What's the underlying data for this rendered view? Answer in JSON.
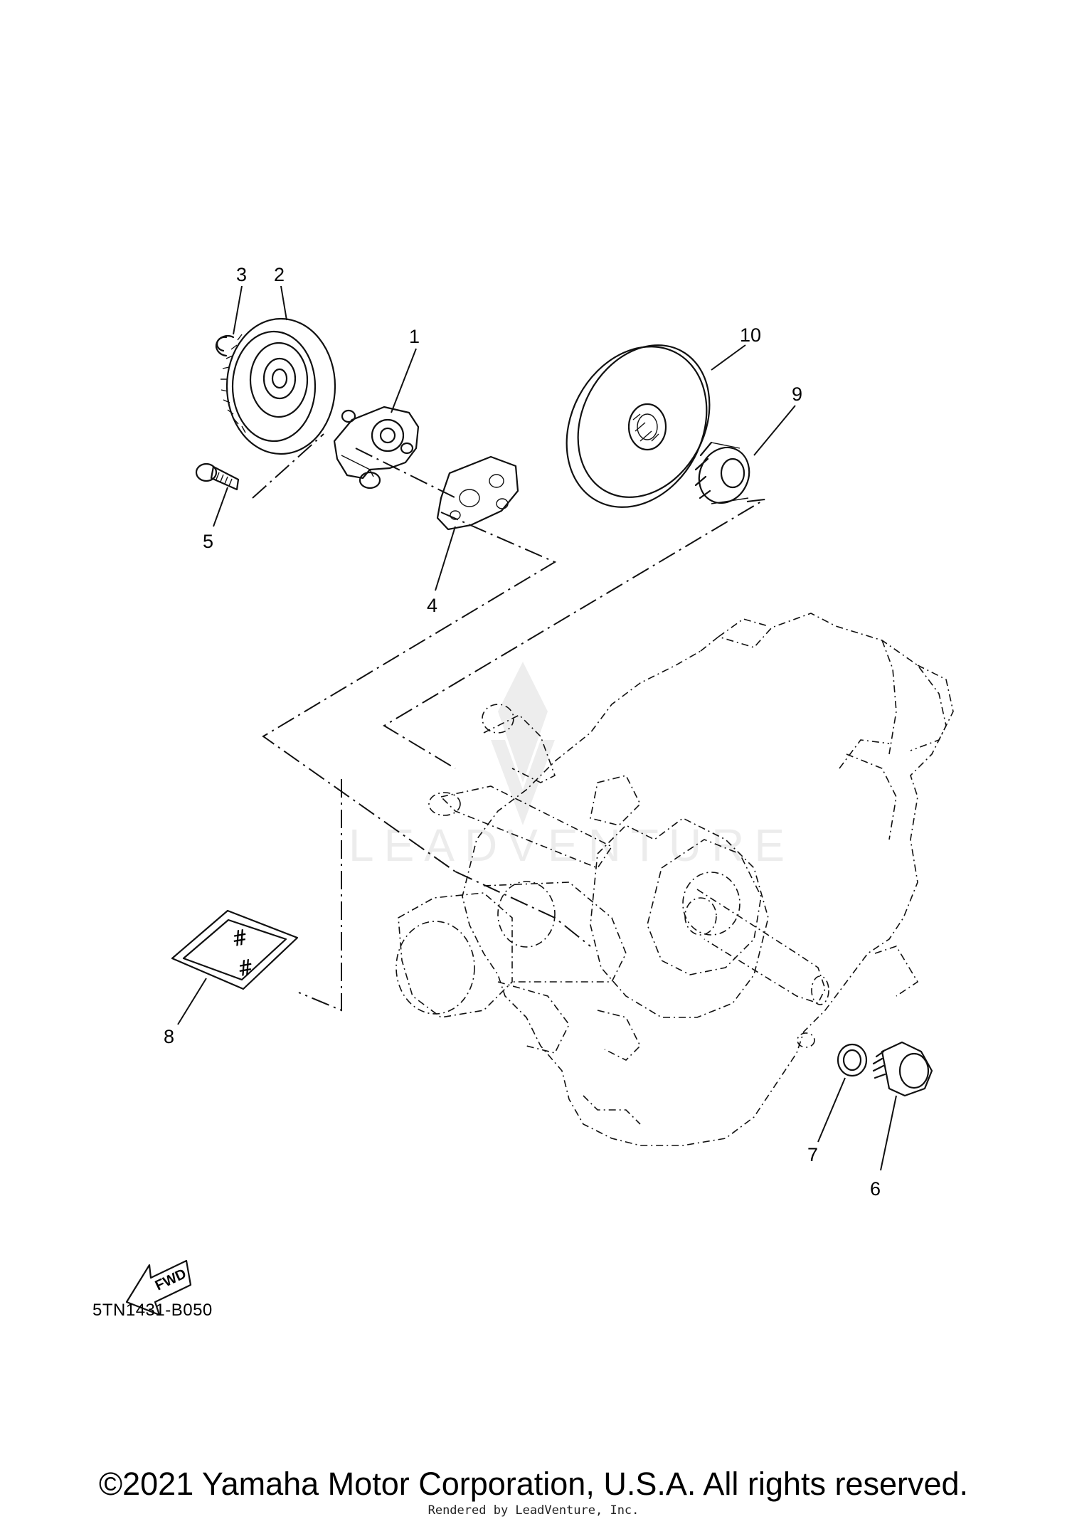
{
  "diagram": {
    "callouts": [
      {
        "id": "1",
        "label": "1"
      },
      {
        "id": "2",
        "label": "2"
      },
      {
        "id": "3",
        "label": "3"
      },
      {
        "id": "4",
        "label": "4"
      },
      {
        "id": "5",
        "label": "5"
      },
      {
        "id": "6",
        "label": "6"
      },
      {
        "id": "7",
        "label": "7"
      },
      {
        "id": "8",
        "label": "8"
      },
      {
        "id": "9",
        "label": "9"
      },
      {
        "id": "10",
        "label": "10"
      }
    ],
    "fwd_label": "FWD",
    "code": "5TN1431-B050"
  },
  "watermark": {
    "text": "LEADVENTURE"
  },
  "footer": {
    "copyright": "©2021 Yamaha Motor Corporation, U.S.A. All rights reserved.",
    "rendered_by": "Rendered by LeadVenture, Inc."
  }
}
